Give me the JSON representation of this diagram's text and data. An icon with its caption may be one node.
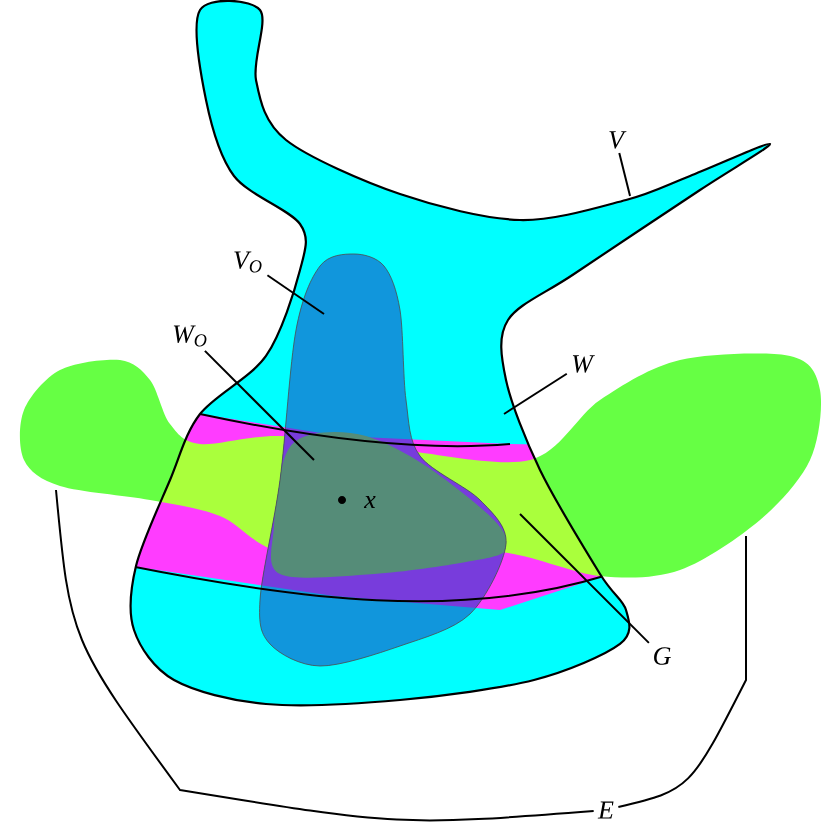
{
  "diagram": {
    "nodes": [
      {
        "text": [
          "V"
        ]
      },
      {
        "text": [
          "V$_{O}$"
        ]
      },
      {
        "text": [
          "W$_{O}$"
        ]
      },
      {
        "text": [
          "W"
        ]
      },
      {
        "text": [
          "G"
        ]
      },
      {
        "text": [
          "E"
        ]
      }
    ],
    "edges": [
      {
        "from": 0,
        "to": null,
        "arrow": "none"
      },
      {
        "from": 1,
        "to": null,
        "arrow": "none"
      },
      {
        "from": 2,
        "to": null,
        "arrow": "none"
      },
      {
        "from": 3,
        "to": null,
        "arrow": "none"
      },
      {
        "from": 4,
        "to": null,
        "arrow": "none"
      },
      {
        "from": 5,
        "to": null,
        "arrow": "none"
      },
      {
        "from": 5,
        "to": null,
        "arrow": "none"
      }
    ],
    "labels": [
      "x"
    ]
  }
}
